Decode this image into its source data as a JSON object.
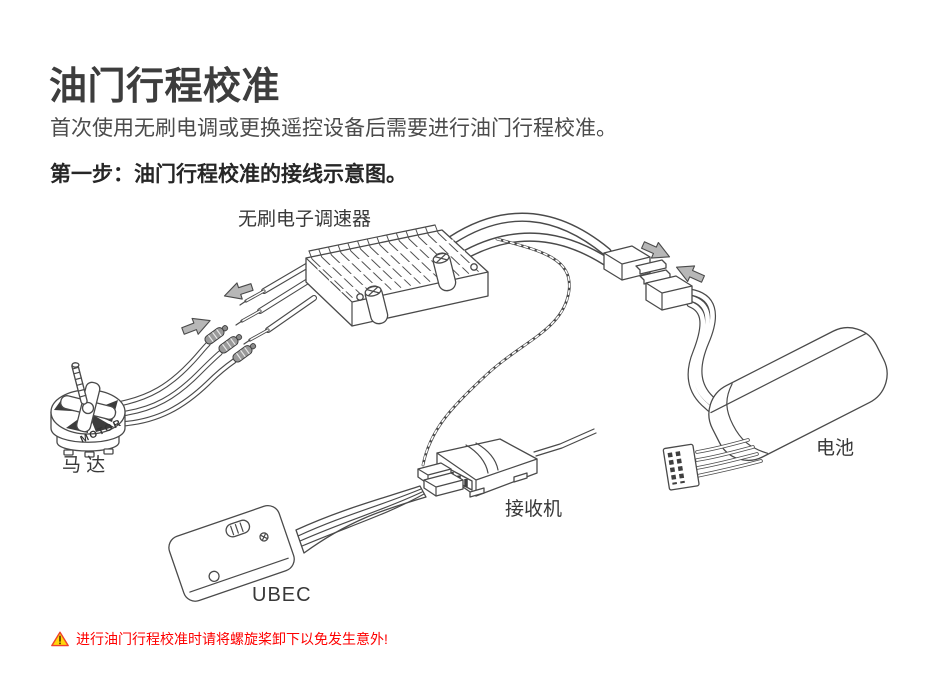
{
  "page": {
    "title": "油门行程校准",
    "intro": "首次使用无刷电调或更换遥控设备后需要进行油门行程校准。",
    "step1": "第一步：油门行程校准的接线示意图。"
  },
  "diagram": {
    "labels": {
      "esc": "无刷电子调速器",
      "motor": "马 达",
      "battery": "电池",
      "receiver": "接收机",
      "ubec": "UBEC"
    },
    "motor_marking": "MOTOR"
  },
  "warning": {
    "icon": "warning-triangle-icon",
    "text": "进行油门行程校准时请将螺旋桨卸下以免发生意外!"
  },
  "colors": {
    "title_text": "#3d3d3d",
    "body_text": "#4b4b4b",
    "heading_text": "#262626",
    "line_art": "#4a4a4a",
    "arrow_gray": "#b7b7b7",
    "warning_red": "#fe0000",
    "warning_yellow": "#ffd60a"
  }
}
